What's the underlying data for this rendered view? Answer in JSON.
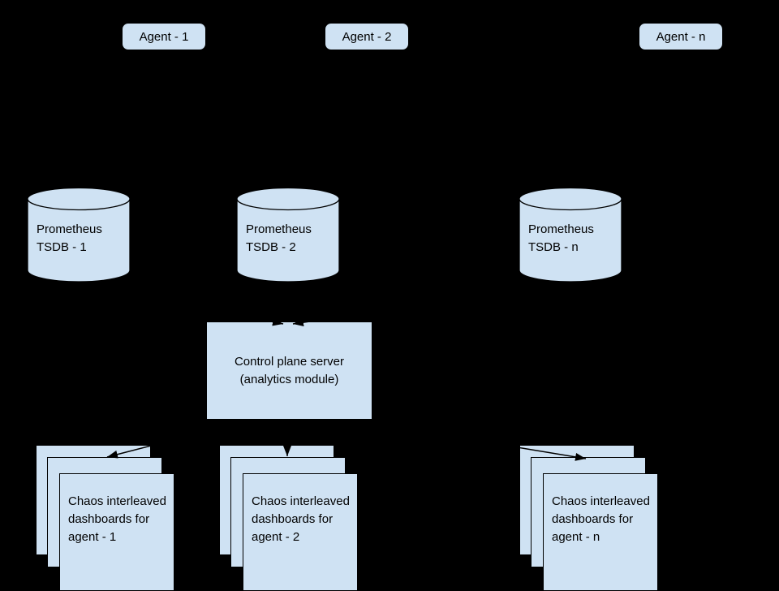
{
  "diagram": {
    "background_color": "#000000",
    "node_fill_color": "#cfe2f3",
    "node_stroke_color": "#000000",
    "text_color": "#000000",
    "arrow_color": "#000000",
    "agents": [
      {
        "label": "Agent - 1"
      },
      {
        "label": "Agent - 2"
      },
      {
        "label": "Agent - n"
      }
    ],
    "tsdbs": [
      {
        "line1": "Prometheus",
        "line2": "TSDB - 1"
      },
      {
        "line1": "Prometheus",
        "line2": "TSDB - 2"
      },
      {
        "line1": "Prometheus",
        "line2": "TSDB - n"
      }
    ],
    "control_plane": {
      "line1": "Control plane server",
      "line2": "(analytics module)"
    },
    "dashboards": [
      {
        "label": "Chaos interleaved dashboards for agent - 1"
      },
      {
        "label": "Chaos interleaved dashboards for agent - 2"
      },
      {
        "label": "Chaos interleaved dashboards for agent - n"
      }
    ]
  }
}
